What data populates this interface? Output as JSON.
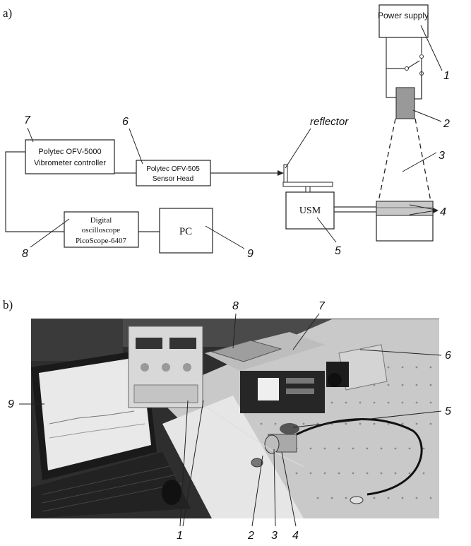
{
  "panels": {
    "a": "a)",
    "b": "b)"
  },
  "schematic": {
    "power_supply": "Power supply",
    "vibrometer_controller": [
      "Polytec OFV-5000",
      "Vibrometer controller"
    ],
    "sensor_head": [
      "Polytec OFV-505",
      "Sensor Head"
    ],
    "reflector": "reflector",
    "usm": "USM",
    "oscilloscope": [
      "Digital",
      "oscilloscope",
      "PicoScope-6407"
    ],
    "pc": "PC",
    "numbers": {
      "n1": "1",
      "n2": "2",
      "n3": "3",
      "n4": "4",
      "n5": "5",
      "n6": "6",
      "n7": "7",
      "n8": "8",
      "n9": "9"
    }
  },
  "photo": {
    "numbers": {
      "n1": "1",
      "n2": "2",
      "n3": "3",
      "n4": "4",
      "n5": "5",
      "n6": "6",
      "n7": "7",
      "n8": "8",
      "n9": "9"
    }
  }
}
